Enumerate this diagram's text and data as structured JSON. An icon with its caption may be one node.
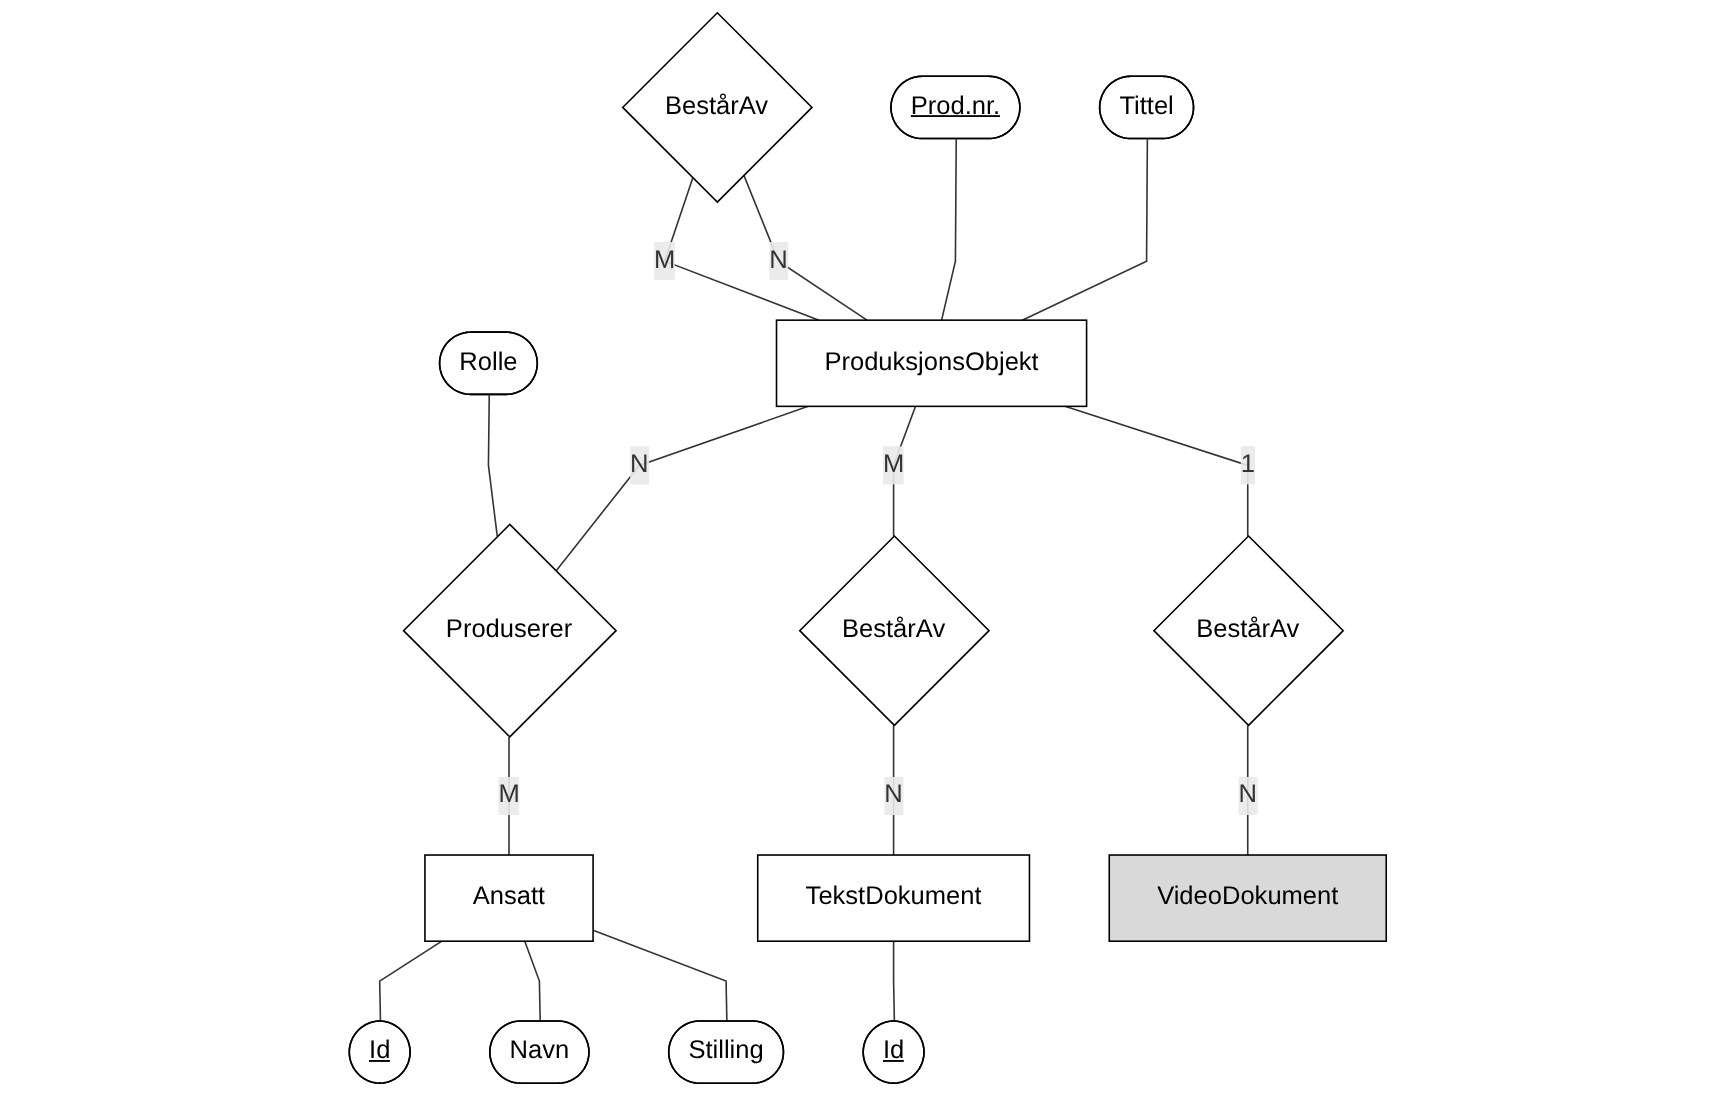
{
  "diagram": {
    "nodes": [
      {
        "text": [
          "BestårAv"
        ]
      },
      {
        "text": [
          "Rolle"
        ]
      },
      {
        "text": [
          "Prod.nr."
        ]
      },
      {
        "text": [
          "ProduksjonsObjekt"
        ]
      },
      {
        "text": [
          "Produserer"
        ]
      },
      {
        "text": [
          "Ansatt"
        ]
      },
      {
        "text": [
          "Tittel"
        ]
      },
      {
        "text": [
          "BestårAv"
        ]
      },
      {
        "text": [
          "BestårAv"
        ]
      },
      {
        "text": [
          "Id"
        ]
      },
      {
        "text": [
          "Navn"
        ]
      },
      {
        "text": [
          "Stilling"
        ]
      },
      {
        "text": [
          "TekstDokument"
        ]
      },
      {
        "text": [
          "VideoDokument"
        ]
      },
      {
        "text": [
          "Id"
        ]
      }
    ],
    "edges": [
      {
        "from": 0,
        "to": 3,
        "label": "M",
        "arrow": "none"
      },
      {
        "from": 0,
        "to": 3,
        "label": "N",
        "arrow": "none"
      },
      {
        "from": 2,
        "to": 3,
        "arrow": "none"
      },
      {
        "from": 6,
        "to": 3,
        "arrow": "none"
      },
      {
        "from": 3,
        "to": 4,
        "label": "N",
        "arrow": "none"
      },
      {
        "from": 4,
        "to": 5,
        "label": "M",
        "arrow": "none"
      },
      {
        "from": 1,
        "to": 4,
        "arrow": "none"
      },
      {
        "from": 3,
        "to": 7,
        "label": "M",
        "arrow": "none"
      },
      {
        "from": 3,
        "to": 8,
        "label": "1",
        "arrow": "none"
      },
      {
        "from": 7,
        "to": 12,
        "label": "N",
        "arrow": "none"
      },
      {
        "from": 8,
        "to": 13,
        "label": "N",
        "arrow": "none"
      },
      {
        "from": 5,
        "to": 9,
        "arrow": "none"
      },
      {
        "from": 5,
        "to": 10,
        "arrow": "none"
      },
      {
        "from": 5,
        "to": 11,
        "arrow": "none"
      },
      {
        "from": 12,
        "to": 14,
        "arrow": "none"
      }
    ]
  }
}
